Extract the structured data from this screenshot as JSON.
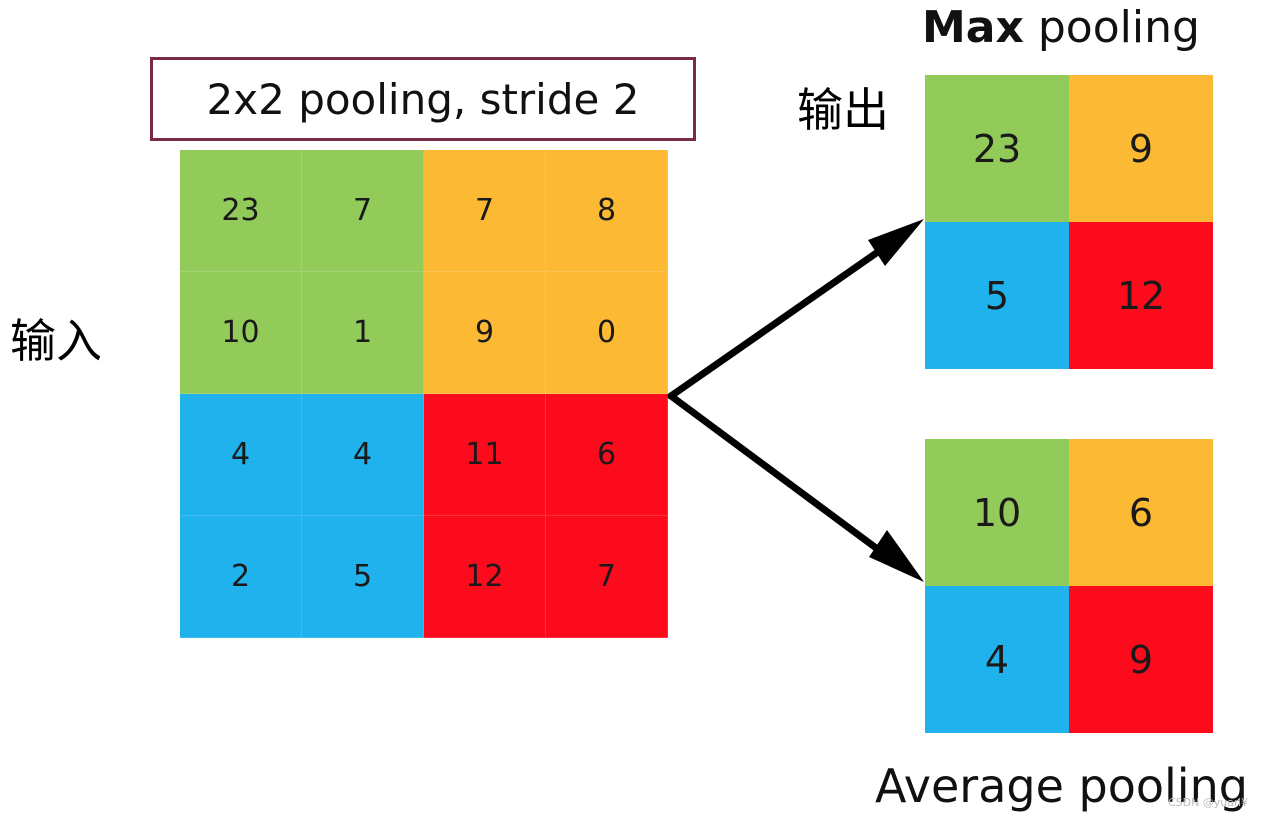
{
  "title_box": "2x2 pooling, stride 2",
  "labels": {
    "input": "输入",
    "output": "输出"
  },
  "max_pooling": {
    "title_bold": "Max",
    "title_rest": " pooling",
    "cells": [
      "23",
      "9",
      "5",
      "12"
    ]
  },
  "average_pooling": {
    "title": "Average pooling",
    "cells": [
      "10",
      "6",
      "4",
      "9"
    ]
  },
  "input_grid": {
    "rows": [
      [
        "23",
        "7",
        "7",
        "8"
      ],
      [
        "10",
        "1",
        "9",
        "0"
      ],
      [
        "4",
        "4",
        "11",
        "6"
      ],
      [
        "2",
        "5",
        "12",
        "7"
      ]
    ]
  },
  "colors": {
    "green": "#92cb5a",
    "orange": "#fbb934",
    "blue": "#1fb2ec",
    "red": "#fb0b1c",
    "title_border": "#7a2a44"
  },
  "watermark": "CSDN @yuan¥"
}
